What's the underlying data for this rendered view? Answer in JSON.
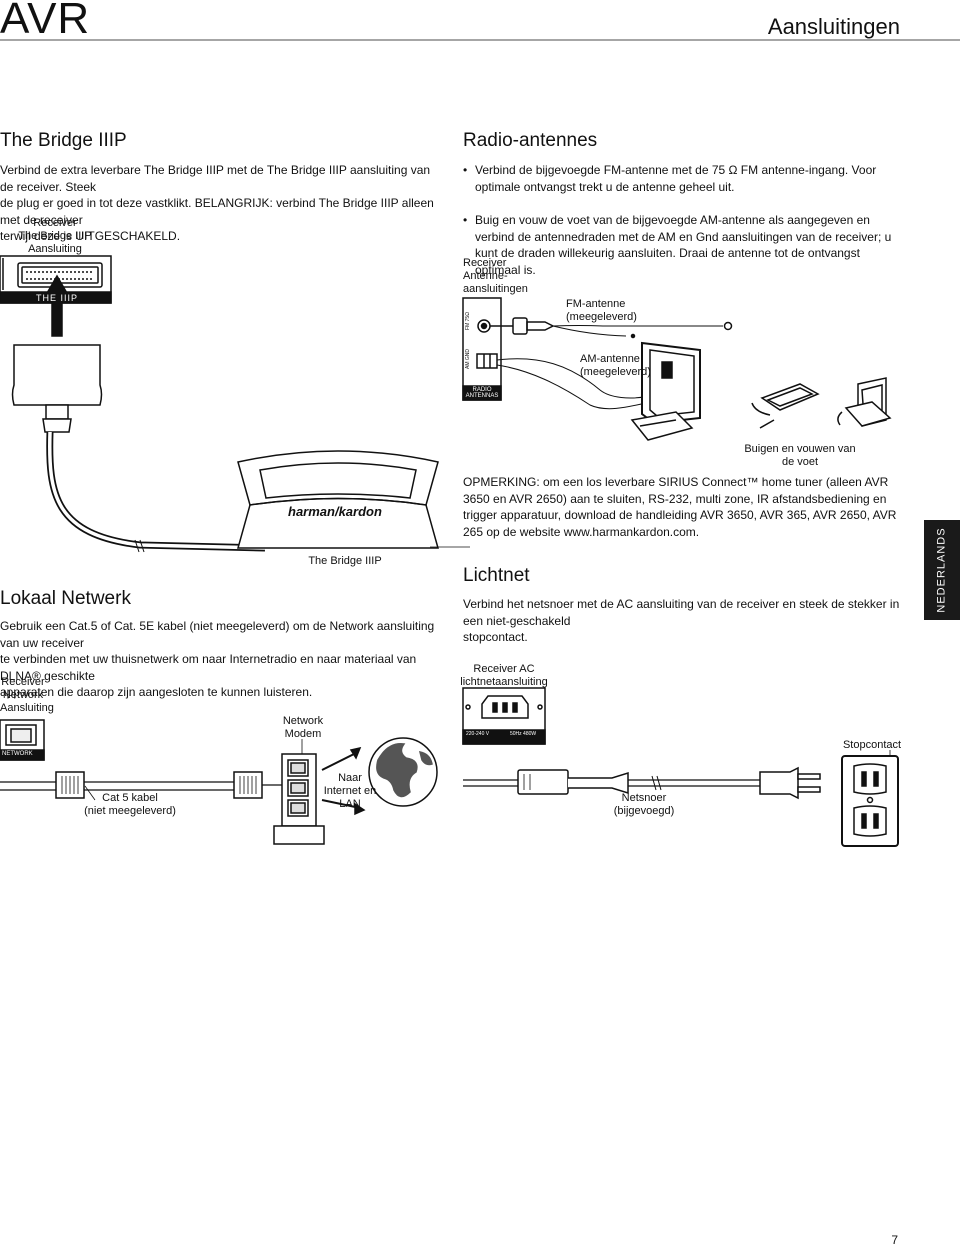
{
  "header": {
    "brand": "AVR",
    "section": "Aansluitingen"
  },
  "bridge": {
    "title": "The Bridge IIIP",
    "text_l1": "Verbind de extra leverbare The Bridge IIIP met de The Bridge IIIP aansluiting van de receiver. Steek",
    "text_l2": "de plug er goed in tot deze vastklikt. BELANGRIJK: verbind The Bridge IIIP alleen met de receiver",
    "text_l3": "terwijl deze is UITGESCHAKELD.",
    "label_l1": "Receiver",
    "label_l2": "The Bridge IIIP",
    "label_l3": "Aansluiting",
    "port_label": "THE IIIP",
    "device_label": "The Bridge IIIP",
    "logo_text": "harman/kardon"
  },
  "radio": {
    "title": "Radio-antennes",
    "bullet1": "Verbind de bijgevoegde FM-antenne met de 75 Ω FM antenne-ingang. Voor optimale ontvangst trekt u de antenne geheel uit.",
    "bullet2": "Buig en vouw de voet van de bijgevoegde AM-antenne als aangegeven en verbind de antennedraden met de AM en Gnd aansluitingen van de receiver; u kunt de draden willekeurig aansluiten. Draai de antenne tot de ontvangst optimaal is.",
    "receiver_label_l1": "Receiver",
    "receiver_label_l2": "Antenne-",
    "receiver_label_l3": "aansluitingen",
    "fm_label_l1": "FM-antenne",
    "fm_label_l2": "(meegeleverd)",
    "am_label_l1": "AM-antenne",
    "am_label_l2": "(meegeleverd)",
    "panel_fm": "FM 75Ω",
    "panel_am": "AM GND",
    "panel_radio_l1": "RADIO",
    "panel_radio_l2": "ANTENNAS",
    "fold_label_l1": "Buigen en vouwen van",
    "fold_label_l2": "de voet"
  },
  "note": {
    "text": "OPMERKING: om een los leverbare SIRIUS Connect™ home tuner (alleen AVR 3650 en AVR 2650) aan te sluiten, RS-232, multi zone, IR afstandsbediening en trigger apparatuur, download de handleiding AVR 3650, AVR 365, AVR 2650, AVR 265 op de website www.harmankardon.com."
  },
  "network": {
    "title": "Lokaal Netwerk",
    "text_l1": "Gebruik een Cat.5 of Cat. 5E kabel (niet meegeleverd) om de Network aansluiting van uw receiver",
    "text_l2": "te verbinden met uw thuisnetwerk om naar Internetradio en naar materiaal van DLNA® geschikte",
    "text_l3": "apparaten die daarop zijn aangesloten te kunnen luisteren.",
    "receiver_label_l1": "Receiver",
    "receiver_label_l2": "Network",
    "receiver_label_l3": "Aansluiting",
    "port_label": "NETWORK",
    "cable_label_l1": "Cat 5 kabel",
    "cable_label_l2": "(niet meegeleverd)",
    "modem_label_l1": "Network",
    "modem_label_l2": "Modem",
    "internet_label_l1": "Naar",
    "internet_label_l2": "Internet en",
    "internet_label_l3": "LAN"
  },
  "power": {
    "title": "Lichtnet",
    "text_l1": "Verbind het netsnoer met de AC aansluiting van de receiver en steek de stekker in een niet-geschakeld",
    "text_l2": "stopcontact.",
    "receiver_label_l1": "Receiver AC",
    "receiver_label_l2": "lichtnetaansluiting",
    "outlet_label": "Stopcontact",
    "cord_label_l1": "Netsnoer",
    "cord_label_l2": "(bijgevoegd)",
    "rating_l": "220-240 V",
    "rating_r": "50Hz 480W"
  },
  "side_tab": "NEDERLANDS",
  "page_number": "7"
}
